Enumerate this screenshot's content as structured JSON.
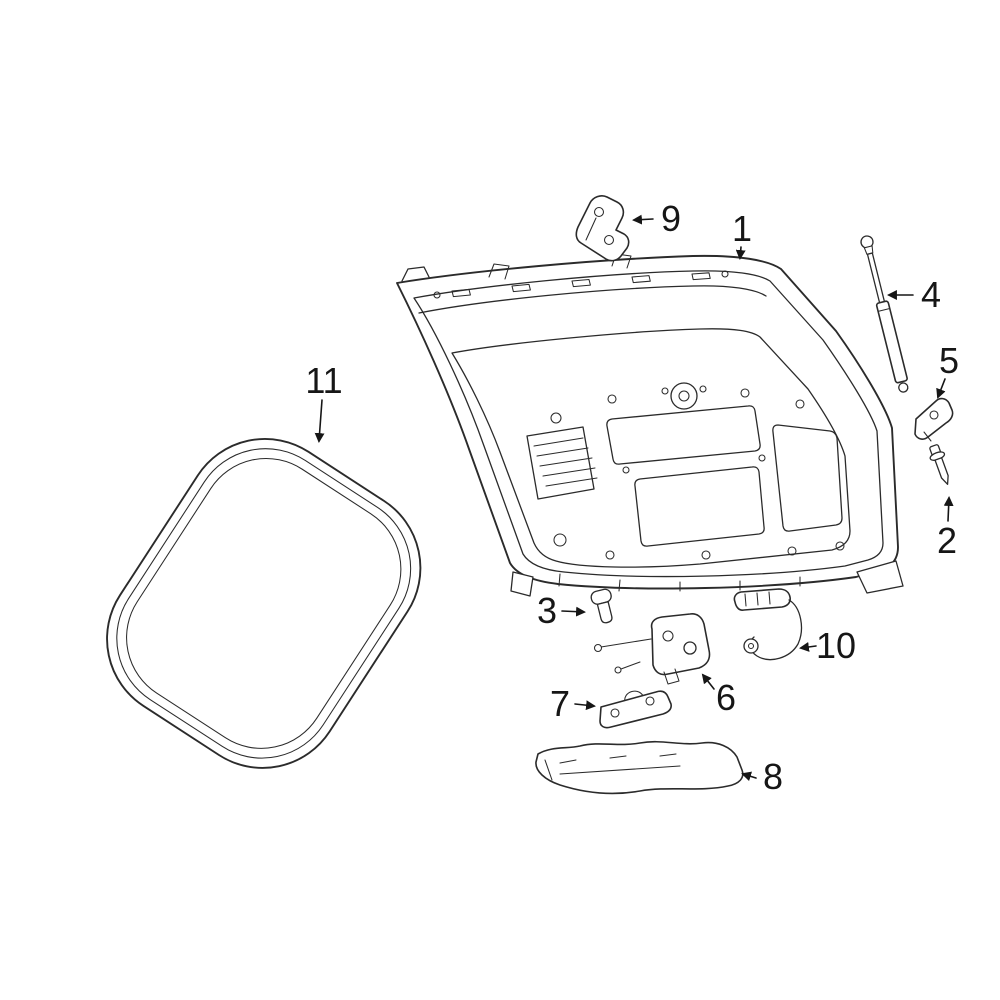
{
  "diagram": {
    "kind": "liftgate-exploded-parts-diagram",
    "background_color": "#ffffff",
    "line_color": "#2b2b2b",
    "callouts": [
      {
        "label": "1",
        "part": "liftgate-panel"
      },
      {
        "label": "2",
        "part": "ball-stud"
      },
      {
        "label": "3",
        "part": "bumper-stop"
      },
      {
        "label": "4",
        "part": "lift-support-strut"
      },
      {
        "label": "5",
        "part": "stud-bracket"
      },
      {
        "label": "6",
        "part": "latch"
      },
      {
        "label": "7",
        "part": "striker-bracket"
      },
      {
        "label": "8",
        "part": "sill-trim-panel"
      },
      {
        "label": "9",
        "part": "hinge"
      },
      {
        "label": "10",
        "part": "release-handle-harness"
      },
      {
        "label": "11",
        "part": "weatherstrip-seal"
      }
    ]
  }
}
